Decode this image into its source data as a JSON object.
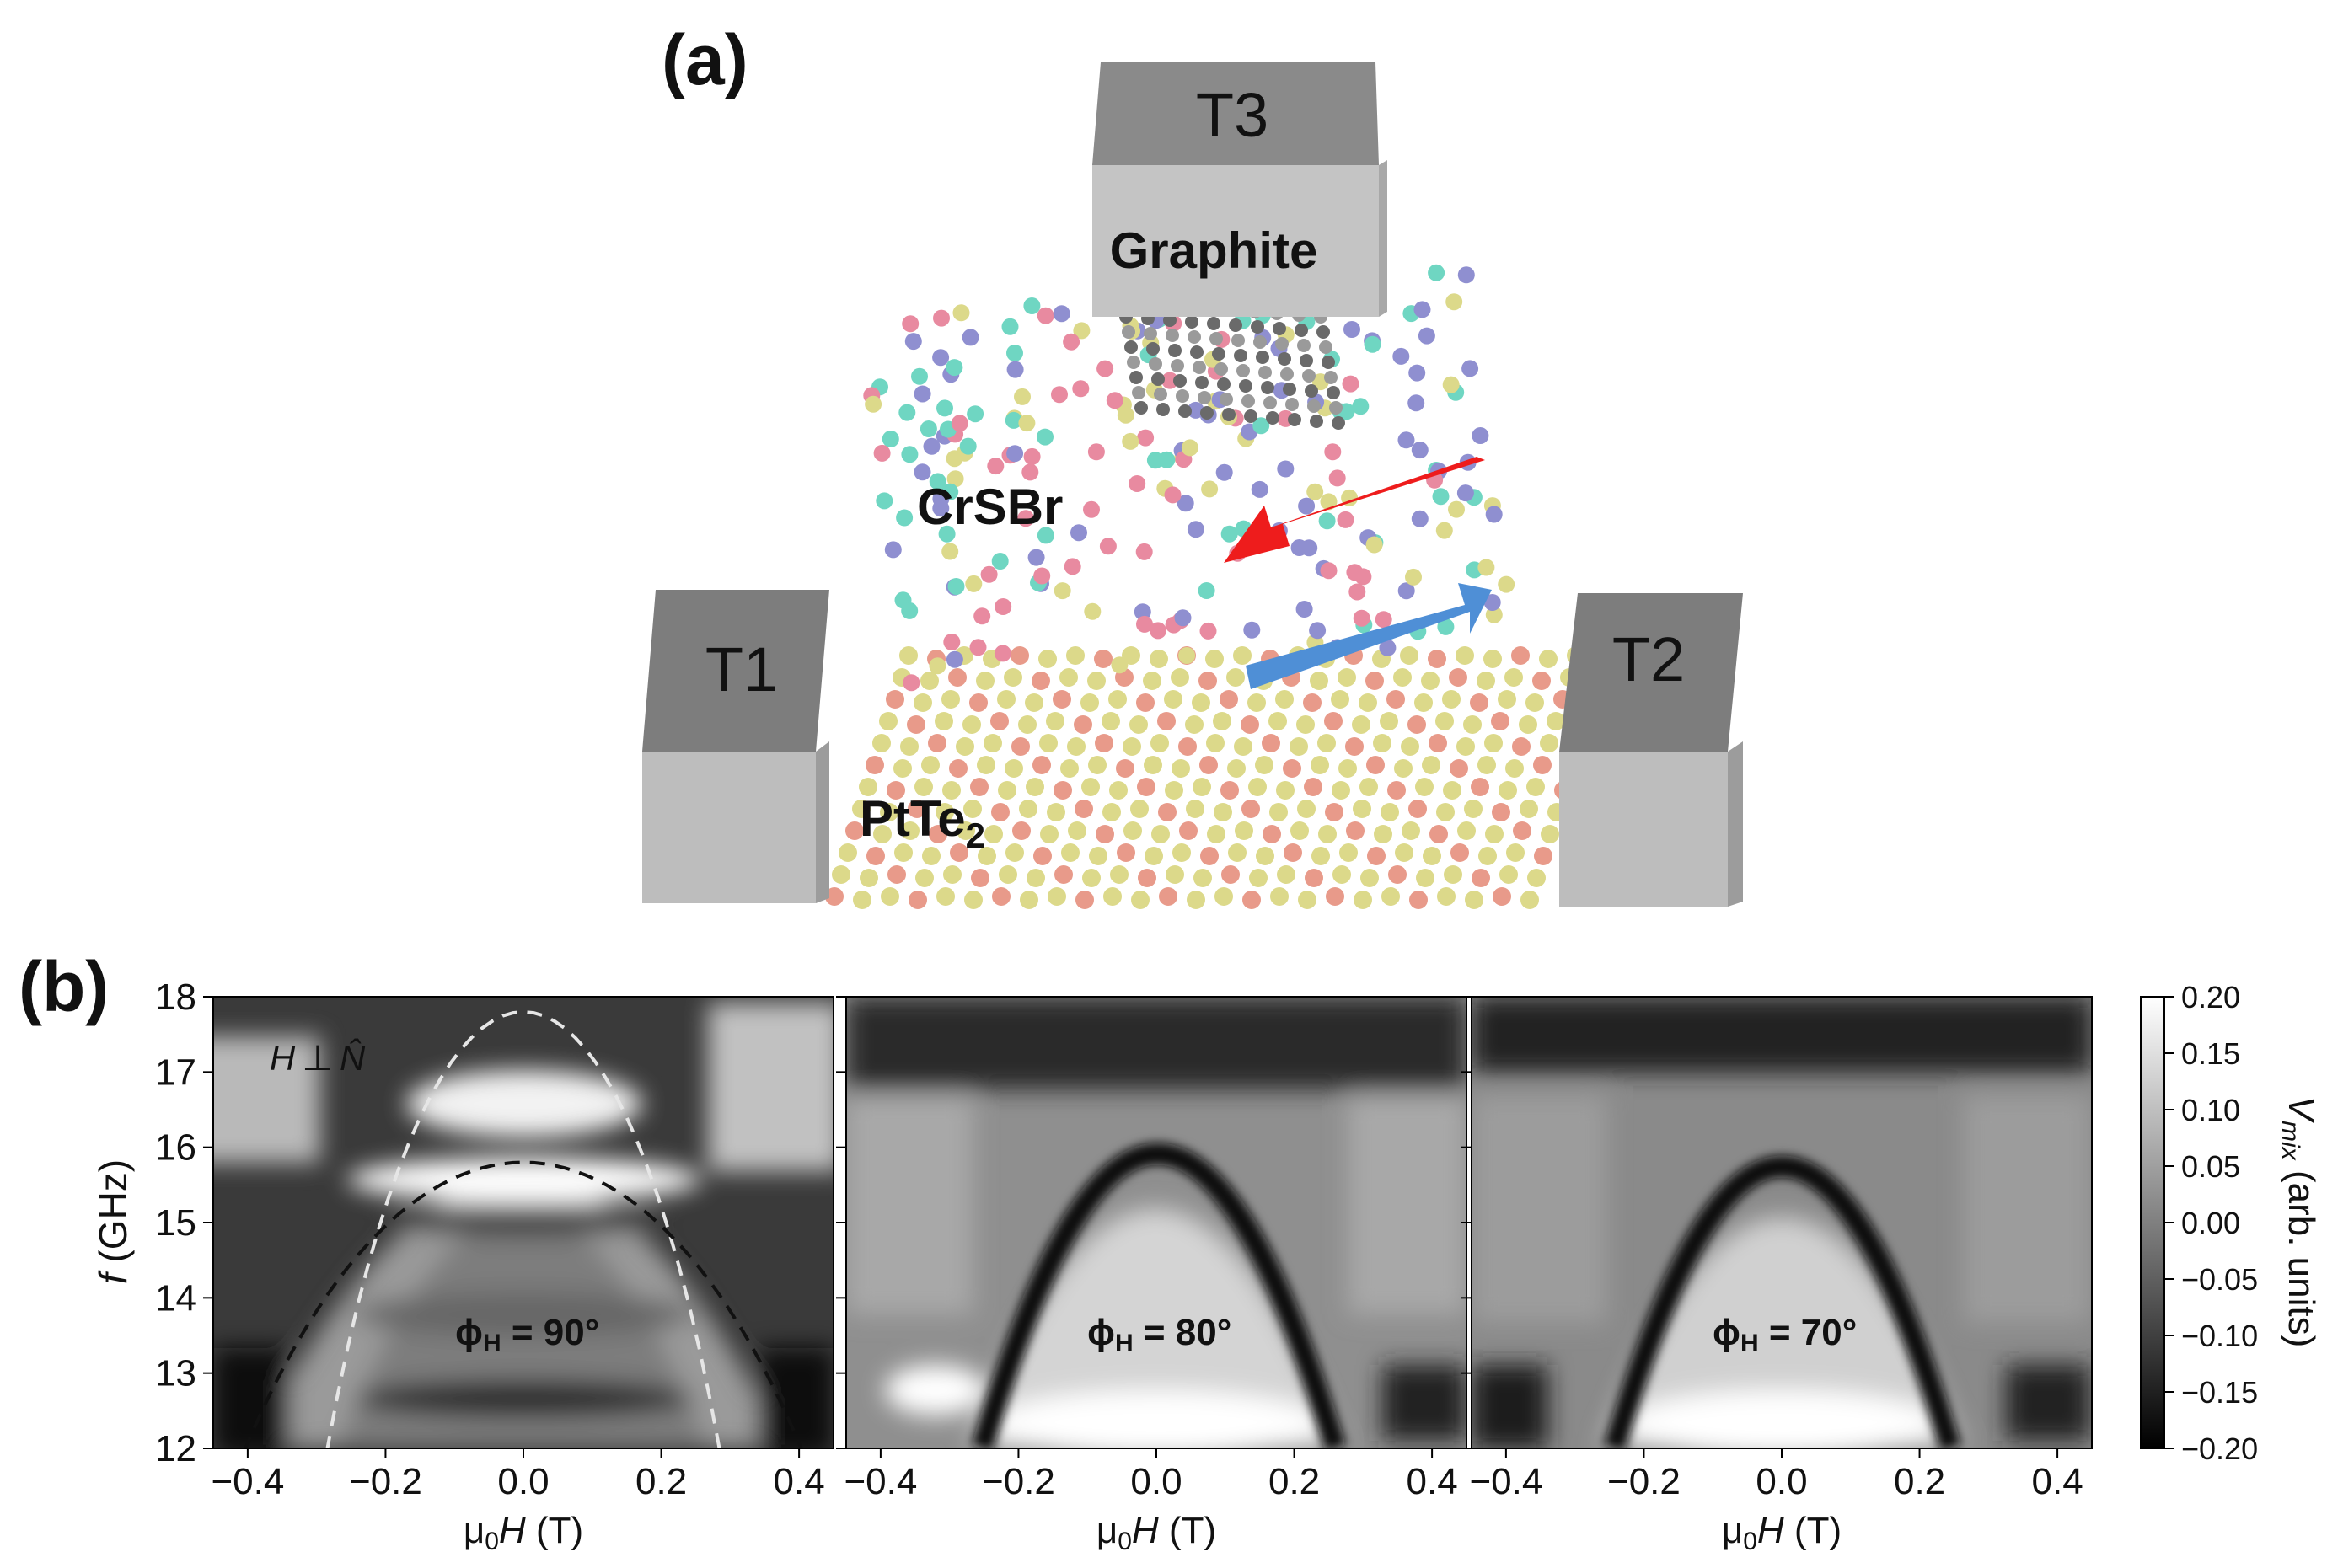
{
  "panel_a": {
    "label": "(a)",
    "terminals": {
      "t1": "T1",
      "t2": "T2",
      "t3": "T3"
    },
    "materials": {
      "graphite": "Graphite",
      "crsbr": "CrSBr",
      "ptte2_base": "PtTe",
      "ptte2_sub": "2"
    },
    "colors": {
      "red_arrow": "#ee1c1c",
      "blue_arrow": "#4f8fd6",
      "pt_atom": "#e89a8a",
      "te_atom": "#dcd98a",
      "cr_atom": "#8f8fd0",
      "br_atom": "#6fd6c2",
      "s_atom": "#e88aa0"
    }
  },
  "panel_b": {
    "label": "(b)",
    "ylabel_italic": "f",
    "ylabel_rest": " (GHz)",
    "xlabel_a": "μ",
    "xlabel_sub": "0",
    "xlabel_var": "H",
    "xlabel_unit": " (T)",
    "inset_h": "H",
    "inset_perp": "⊥",
    "inset_n": "N̂",
    "angles": [
      {
        "phi": "ϕ",
        "sub": "H",
        "value": " = 90°"
      },
      {
        "phi": "ϕ",
        "sub": "H",
        "value": " = 80°"
      },
      {
        "phi": "ϕ",
        "sub": "H",
        "value": " = 70°"
      }
    ],
    "colorbar": {
      "label_v": "V",
      "label_sub": "mix",
      "label_rest": " (arb. units)",
      "ticks": [
        "0.20",
        "0.15",
        "0.10",
        "0.05",
        "0.00",
        "−0.05",
        "−0.10",
        "−0.15",
        "−0.20"
      ],
      "range": [
        -0.2,
        0.2
      ]
    }
  },
  "chart_data": {
    "type": "heatmap",
    "panels": [
      {
        "phi_H": "90°",
        "xlim": [
          -0.45,
          0.45
        ],
        "ylim": [
          12,
          18
        ]
      },
      {
        "phi_H": "80°",
        "xlim": [
          -0.45,
          0.45
        ],
        "ylim": [
          12,
          18
        ]
      },
      {
        "phi_H": "70°",
        "xlim": [
          -0.45,
          0.45
        ],
        "ylim": [
          12,
          18
        ]
      }
    ],
    "x_ticks": [
      "−0.4",
      "−0.2",
      "0.0",
      "0.2",
      "0.4"
    ],
    "y_ticks": [
      "12",
      "13",
      "14",
      "15",
      "16",
      "17",
      "18"
    ],
    "fit_curves": [
      {
        "panel": 0,
        "color": "#e6e6e6",
        "style": "dashed",
        "peak_f": 17.8,
        "zero_at": 0.385
      },
      {
        "panel": 0,
        "color": "#111111",
        "style": "dashed",
        "peak_f": 15.8,
        "zero_at": 0.62
      }
    ],
    "colorscale": "gray",
    "value_range": [
      -0.2,
      0.2
    ]
  }
}
